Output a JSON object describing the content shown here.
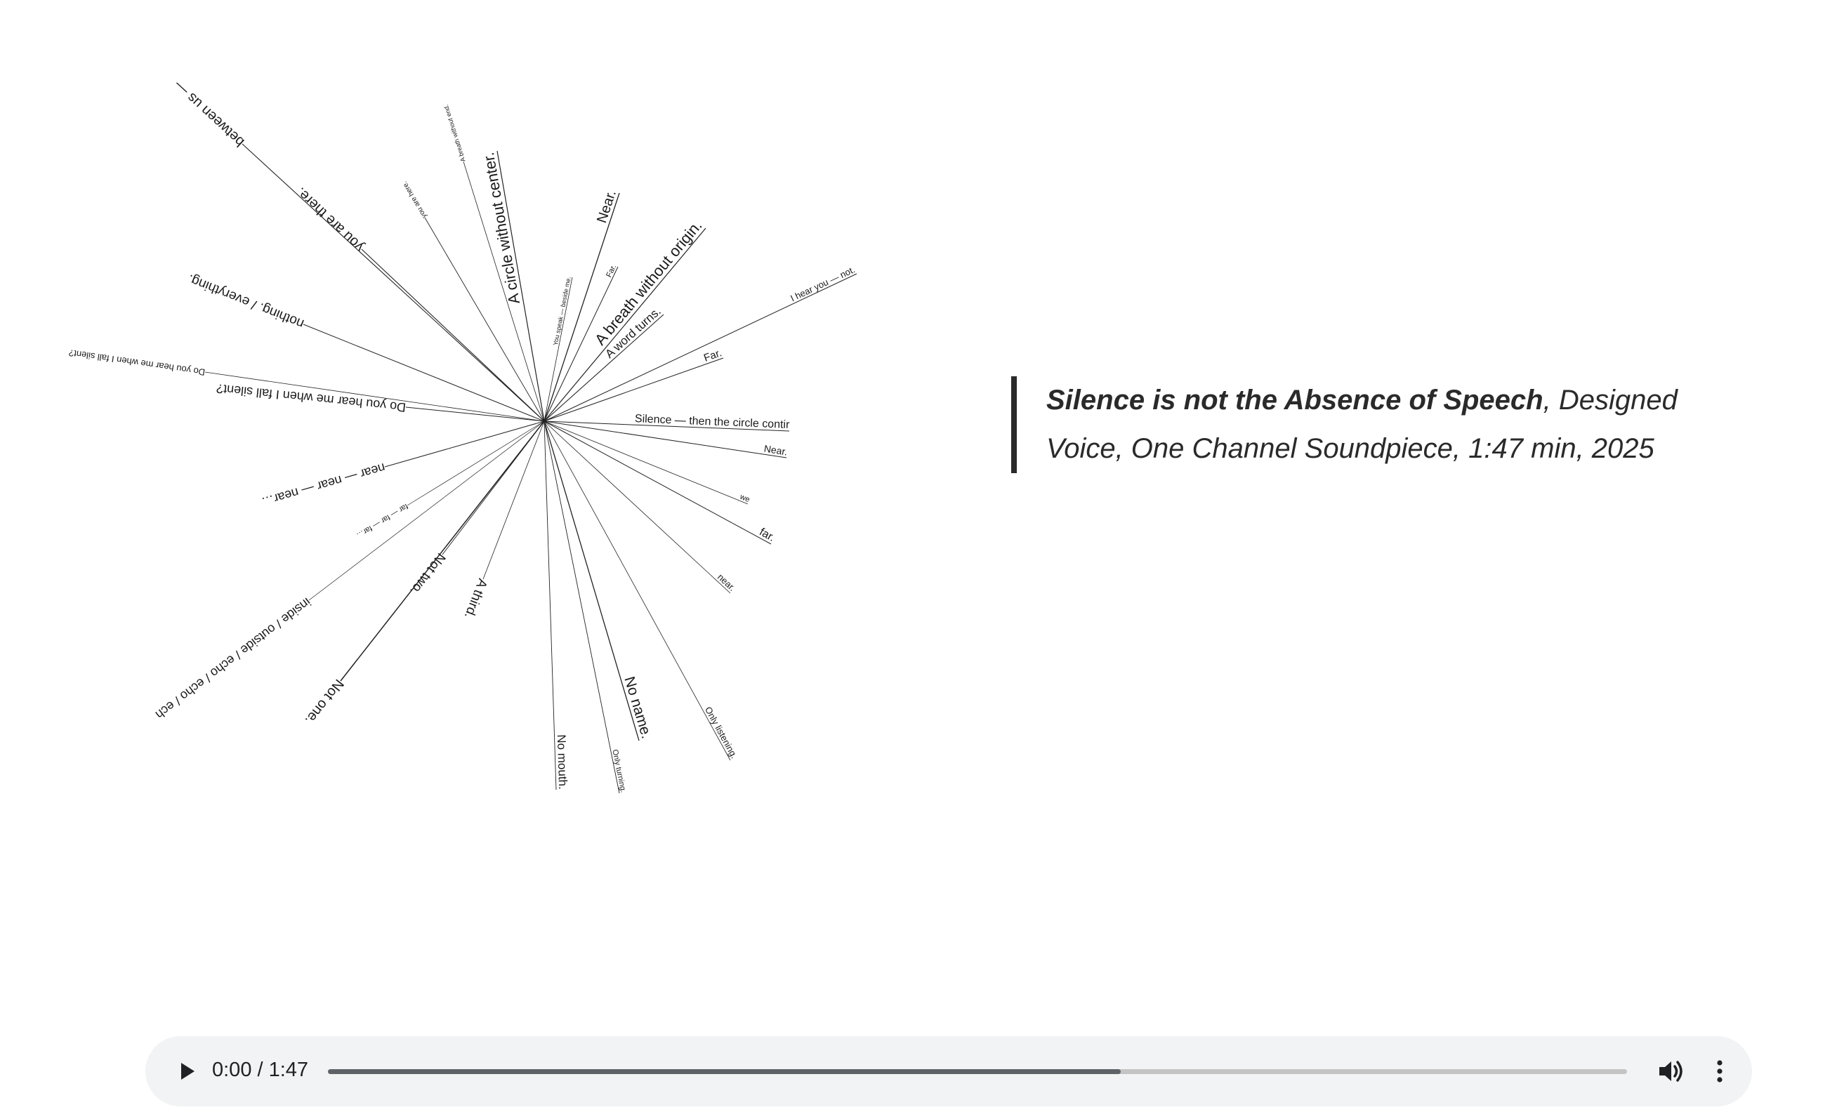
{
  "caption": {
    "title": "Silence is not the Absence of Speech",
    "rest": ", Designed Voice, One Channel Soundpiece, 1:47 min, 2025"
  },
  "player": {
    "time": "0:00 / 1:47",
    "progress_fraction": 0.61,
    "play_icon": "play-icon",
    "volume_icon": "volume-icon",
    "menu_icon": "more-options-icon"
  },
  "poem_lines": [
    "A circle without center.",
    "A breath without origin.",
    "A word turns.",
    "Near.",
    "Far.",
    "You speak — beside me.",
    "A breath without end.",
    "you are here.",
    "you are there.",
    "between us —",
    "nothing. / everything.",
    "Do you hear me when I fall silent?",
    "Do you hear me when I fall silent?",
    "I hear you — not.",
    "Far.",
    "Silence — then the circle contir",
    "Near.",
    "we",
    "far.",
    "near.",
    "Only listening.",
    "No name.",
    "Only turning.",
    "No mouth.",
    "A third.",
    "Not two.",
    "Not one.",
    "inside / outside / echo / echo / ech",
    "near — near — near…",
    "far — far — far…"
  ]
}
